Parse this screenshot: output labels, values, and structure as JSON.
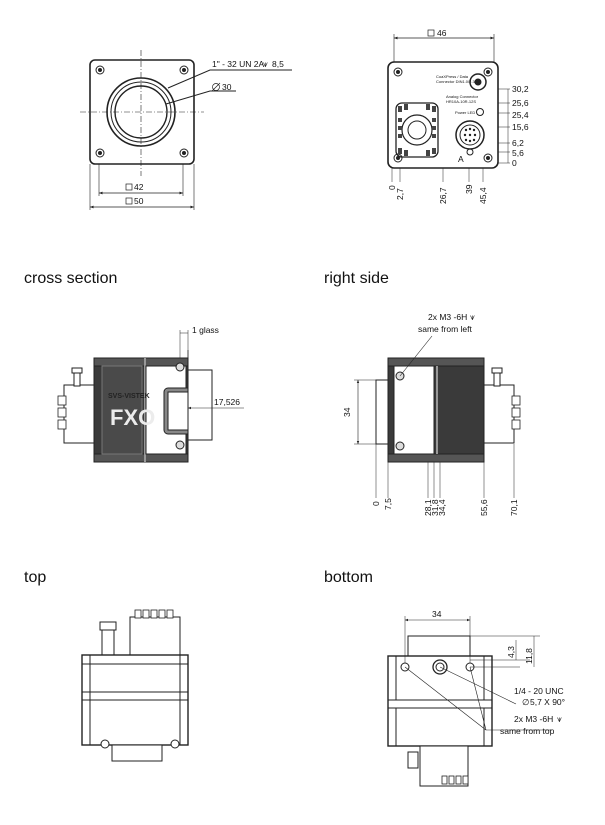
{
  "sections": {
    "cross_section": "cross section",
    "right_side": "right side",
    "top": "top",
    "bottom": "bottom"
  },
  "front": {
    "thread": "1\" - 32 UN 2A",
    "thread_depth": "8,5",
    "diameter": "30",
    "inner_width": "42",
    "outer_width": "50"
  },
  "back": {
    "width": "46",
    "connector_label": "CoaXPress / Data\nConnector DIN1.0/2.3",
    "trigger_label": "Analog Connector\nHR10A-10R-12S",
    "power_label": "Power LED",
    "vertical_dims": [
      "30,2",
      "25,6",
      "25,4",
      "15,6",
      "6,2",
      "5,6",
      "0"
    ],
    "horizontal_dims": [
      "0",
      "2,7",
      "26,7",
      "39",
      "45,4"
    ],
    "marker": "A"
  },
  "cross": {
    "glass": "1 glass",
    "flange": "17,526",
    "brand_small": "SVS-VISTEK",
    "brand": "FXO"
  },
  "right": {
    "note_line1": "2x M3 -6H",
    "note_line2": "same from left",
    "height": "34",
    "horizontal_dims": [
      "0",
      "7,5",
      "28,1",
      "31,8",
      "34,4",
      "55,6",
      "70,1"
    ]
  },
  "bottom_view": {
    "width": "34",
    "dim_a": "4,3",
    "dim_b": "11,8",
    "tripod": "1/4 - 20 UNC",
    "tripod_sub": "5,7 X 90°",
    "holes_line1": "2x M3 -6H",
    "holes_line2": "same from top"
  },
  "colors": {
    "line": "#222222",
    "body": "#3a3a3a",
    "body_light": "#8a8a8a"
  }
}
